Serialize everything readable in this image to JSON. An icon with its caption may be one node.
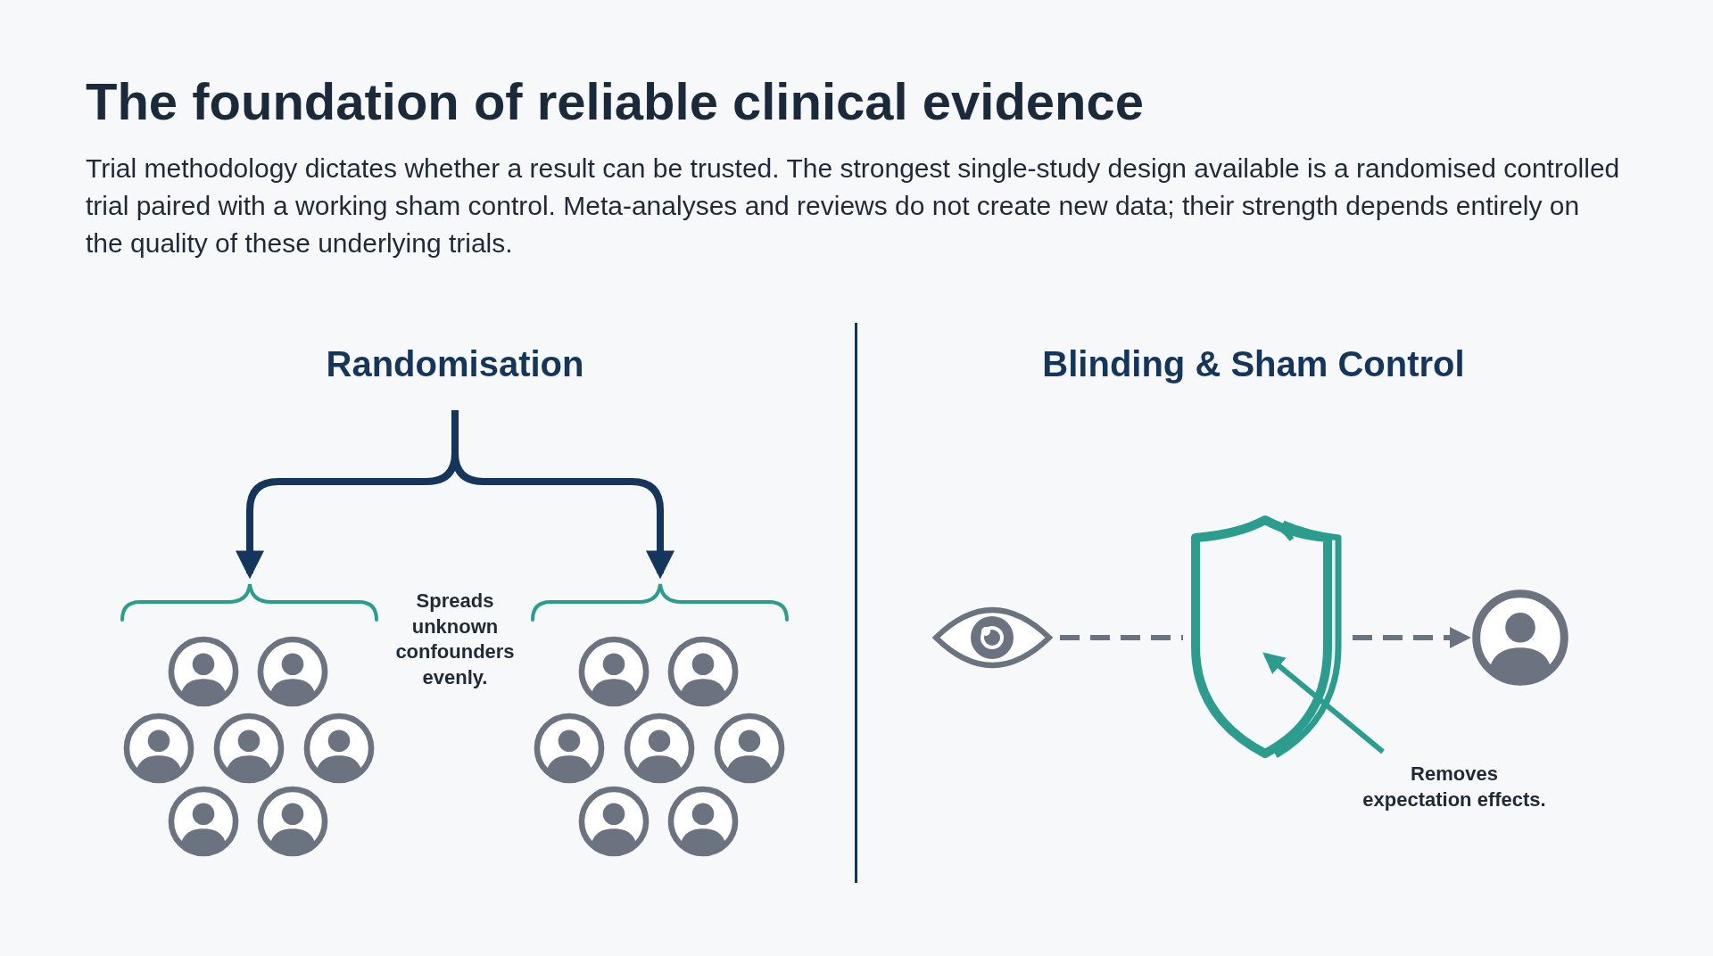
{
  "diagram": {
    "title": "The foundation of reliable clinical evidence",
    "caption": "Trial methodology dictates whether a result can be trusted. The strongest single-study design available is a randomised controlled trial paired with a working sham control. Meta-analyses and reviews do not create new data; their strength depends entirely on the quality of these underlying trials.",
    "nodes": [
      {
        "text": [
          "Randomisation"
        ]
      },
      {
        "text": [],
        "shape": "person"
      },
      {
        "text": [],
        "shape": "person"
      },
      {
        "text": [],
        "shape": "eye"
      },
      {
        "text": [],
        "shape": "shield"
      },
      {
        "text": [],
        "shape": "person"
      },
      {
        "text": [
          "Removes expectation effects."
        ]
      }
    ],
    "edges": [
      {
        "from": 0,
        "to": 1,
        "arrow": "to"
      },
      {
        "from": 0,
        "to": 2,
        "arrow": "to"
      },
      {
        "from": 3,
        "to": 4,
        "arrow": "none",
        "style": "dashed",
        "color": "#6b7280"
      },
      {
        "from": 4,
        "to": 5,
        "arrow": "to",
        "style": "dashed",
        "color": "#6b7280"
      },
      {
        "from": 6,
        "to": 4,
        "arrow": "to",
        "color": "#2a9d8f"
      }
    ],
    "labels": [
      "Spreads unknown confounders evenly.",
      "Blinding & Sham Control"
    ]
  }
}
